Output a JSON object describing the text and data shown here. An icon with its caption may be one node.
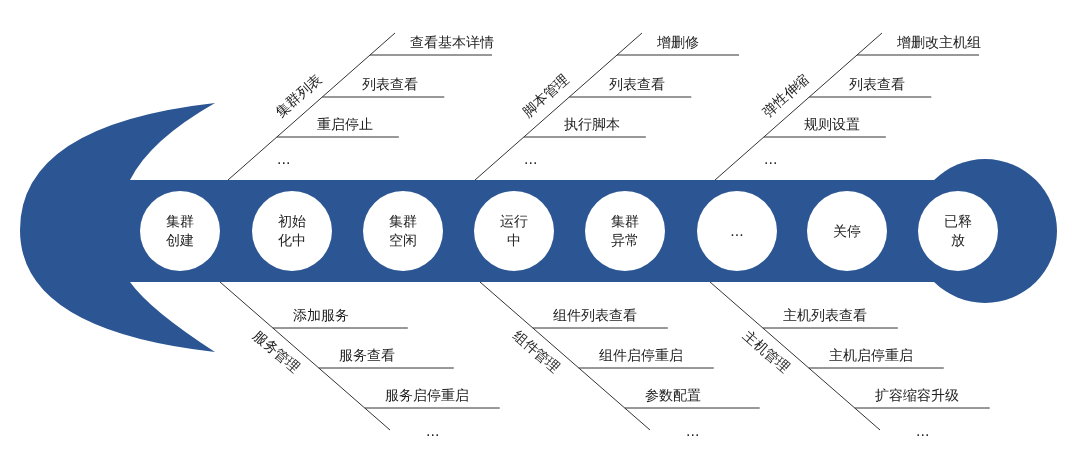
{
  "diagram": {
    "nodes": [
      {
        "text": [],
        "shape": "bar"
      },
      {
        "text": [
          "集群列表"
        ],
        "beside": [
          "查看基本详情",
          "列表查看",
          "重启停止",
          "..."
        ]
      },
      {
        "text": [
          "脚本管理"
        ],
        "beside": [
          "增删修",
          "列表查看",
          "执行脚本",
          "..."
        ]
      },
      {
        "text": [
          "弹性伸缩"
        ],
        "beside": [
          "增删改主机组",
          "列表查看",
          "规则设置",
          "..."
        ]
      },
      {
        "text": [
          "集群创建"
        ],
        "in": 0
      },
      {
        "text": [
          "初始化中"
        ],
        "in": 0
      },
      {
        "text": [
          "集群空闲"
        ],
        "in": 0
      },
      {
        "text": [
          "运行中"
        ],
        "in": 0
      },
      {
        "text": [
          "集群异常"
        ],
        "in": 0
      },
      {
        "text": [
          "..."
        ],
        "in": 0
      },
      {
        "text": [
          "关停"
        ],
        "in": 0
      },
      {
        "text": [
          "已释放"
        ],
        "in": 0
      },
      {
        "text": [
          "服务管理"
        ],
        "beside": [
          "添加服务",
          "服务查看",
          "服务启停重启",
          "..."
        ]
      },
      {
        "text": [
          "组件管理"
        ],
        "beside": [
          "组件列表查看",
          "组件启停重启",
          "参数配置",
          "..."
        ]
      },
      {
        "text": [
          "主机管理"
        ],
        "beside": [
          "主机列表查看",
          "主机启停重启",
          "扩容缩容升级",
          "..."
        ]
      }
    ],
    "edges": [
      {
        "from": 1,
        "to": 0,
        "arrow": "none"
      },
      {
        "from": 2,
        "to": 0,
        "arrow": "none"
      },
      {
        "from": 3,
        "to": 0,
        "arrow": "none"
      },
      {
        "from": 12,
        "to": 0,
        "arrow": "none"
      },
      {
        "from": 13,
        "to": 0,
        "arrow": "none"
      },
      {
        "from": 14,
        "to": 0,
        "arrow": "none"
      }
    ]
  }
}
